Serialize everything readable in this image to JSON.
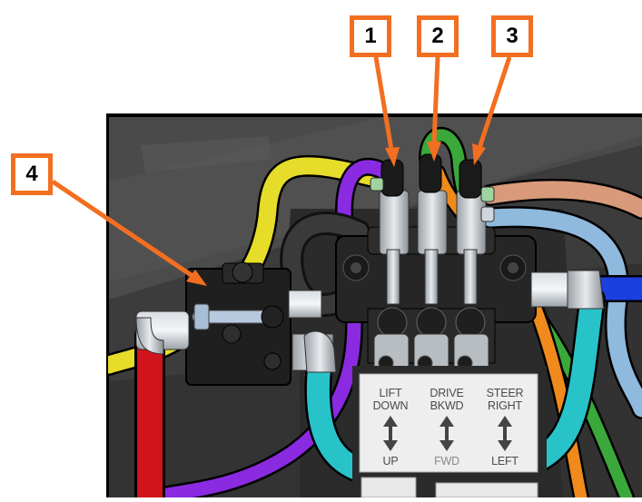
{
  "callouts": [
    {
      "number": "1"
    },
    {
      "number": "2"
    },
    {
      "number": "3"
    },
    {
      "number": "4"
    }
  ],
  "placard": {
    "columns": [
      {
        "top_line1": "LIFT",
        "top_line2": "DOWN",
        "bottom": "UP"
      },
      {
        "top_line1": "DRIVE",
        "top_line2": "BKWD",
        "bottom": "FWD"
      },
      {
        "top_line1": "STEER",
        "top_line2": "RIGHT",
        "bottom": "LEFT"
      }
    ]
  },
  "colors": {
    "callout_orange": "#f26f21",
    "hose_yellow": "#e6dc2a",
    "hose_purple": "#8a2be2",
    "hose_green": "#3aa83a",
    "hose_orange": "#f08a1c",
    "hose_tan": "#d89a7a",
    "hose_lightblue": "#8fb9dd",
    "hose_blue": "#1c3fe0",
    "hose_cyan": "#27c3c9",
    "hose_red": "#d1141b"
  }
}
